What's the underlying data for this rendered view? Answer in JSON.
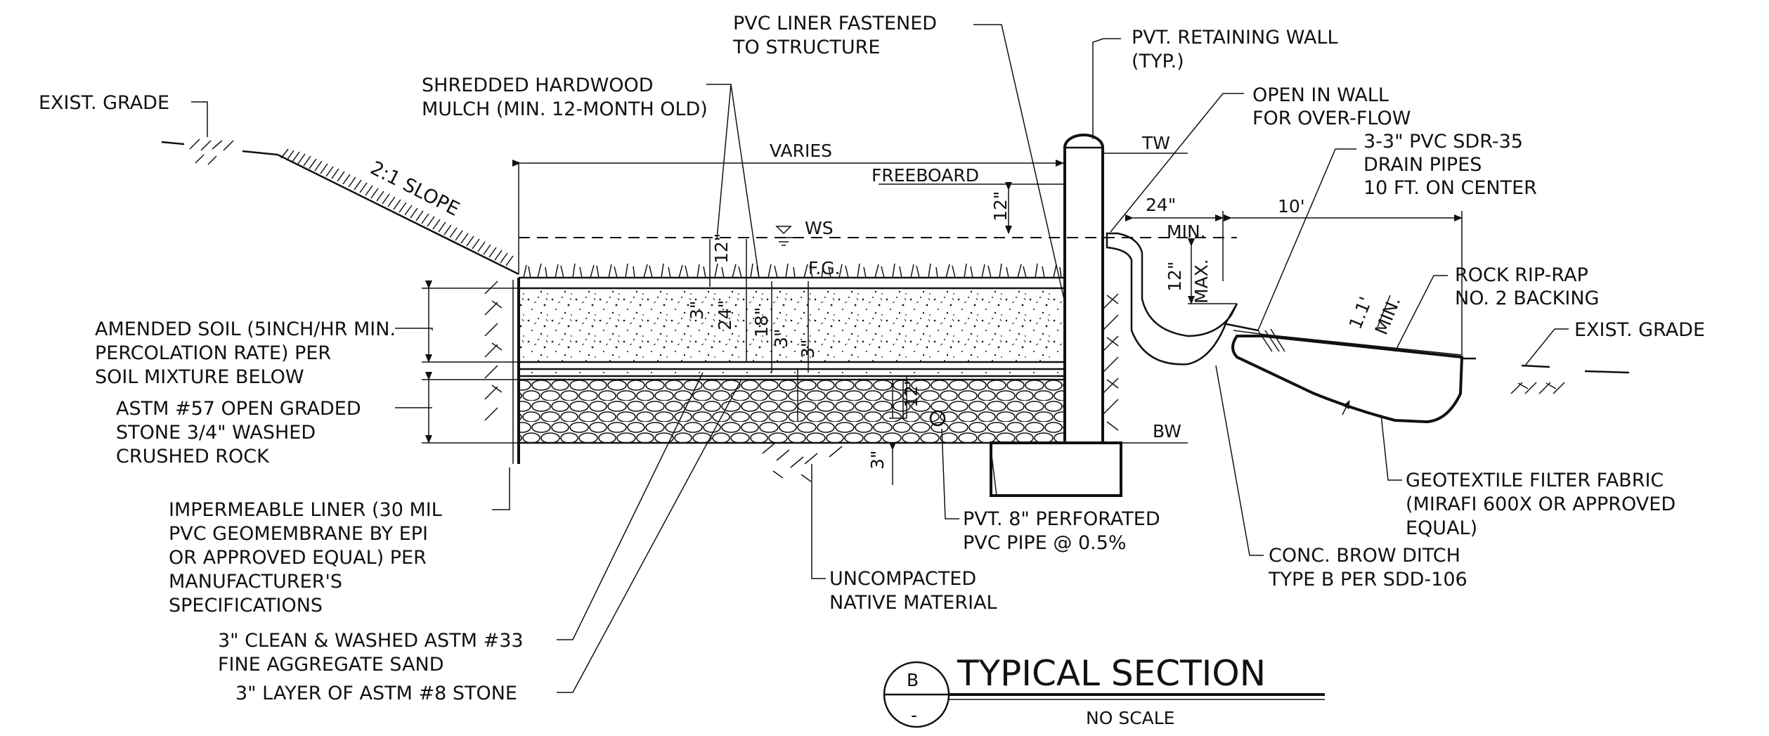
{
  "labels": {
    "pvc_liner_1": "PVC LINER FASTENED",
    "pvc_liner_2": "TO STRUCTURE",
    "retaining_1": "PVT. RETAINING WALL",
    "retaining_2": "(TYP.)",
    "overflow_1": "OPEN IN WALL",
    "overflow_2": "FOR OVER-FLOW",
    "drain_1": "3-3\" PVC SDR-35",
    "drain_2": "DRAIN PIPES",
    "drain_3": "10 FT. ON CENTER",
    "exist_grade_left": "EXIST. GRADE",
    "exist_grade_right": "EXIST. GRADE",
    "mulch_1": "SHREDDED HARDWOOD",
    "mulch_2": "MULCH (MIN. 12-MONTH OLD)",
    "slope": "2:1 SLOPE",
    "riprap_1": "ROCK RIP-RAP",
    "riprap_2": "NO. 2 BACKING",
    "soil_1": "AMENDED SOIL (5INCH/HR MIN.",
    "soil_2": "PERCOLATION RATE) PER",
    "soil_3": "SOIL MIXTURE BELOW",
    "stone_1": "ASTM #57 OPEN GRADED",
    "stone_2": "STONE 3/4\" WASHED",
    "stone_3": "CRUSHED ROCK",
    "liner_1": "IMPERMEABLE LINER (30 MIL",
    "liner_2": "PVC GEOMEMBRANE BY EPI",
    "liner_3": "OR APPROVED EQUAL) PER",
    "liner_4": "MANUFACTURER'S",
    "liner_5": "SPECIFICATIONS",
    "sand_1": "3\" CLEAN & WASHED ASTM #33",
    "sand_2": "FINE AGGREGATE SAND",
    "stone8": "3\" LAYER OF ASTM #8 STONE",
    "pipe_1": "PVT. 8\" PERFORATED",
    "pipe_2": "PVC PIPE @ 0.5%",
    "native_1": "UNCOMPACTED",
    "native_2": "NATIVE MATERIAL",
    "geotextile_1": "GEOTEXTILE FILTER FABRIC",
    "geotextile_2": "(MIRAFI 600X OR APPROVED",
    "geotextile_3": "EQUAL)",
    "brow_1": "CONC. BROW DITCH",
    "brow_2": "TYPE B PER SDD-106"
  },
  "dims": {
    "varies": "VARIES",
    "freeboard": "FREEBOARD",
    "ws": "WS",
    "fg": "F.G.",
    "tw": "TW",
    "bw": "BW",
    "d_12_freeboard": "12\"",
    "d_12_mulch": "12\"",
    "d_3_mulch": "3\"",
    "d_24": "24\"",
    "d_18": "18\"",
    "d_3_sand": "3\"",
    "d_3_stone8": "3\"",
    "d_12_pipe": "12\"",
    "d_3_bottom": "3\"",
    "d_24_min_1": "24\"",
    "d_24_min_2": "MIN.",
    "d_12_max_1": "12\"",
    "d_12_max_2": "MAX.",
    "d_10": "10'",
    "d_1_1": "1.1'",
    "d_min": "MIN."
  },
  "title": {
    "callout_letter": "B",
    "callout_sheet": "-",
    "main": "TYPICAL SECTION",
    "scale": "NO SCALE"
  }
}
